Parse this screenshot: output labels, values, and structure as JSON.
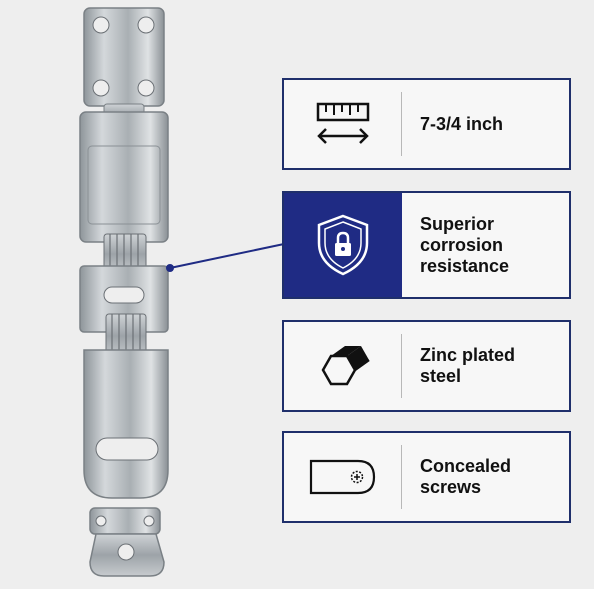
{
  "colors": {
    "background": "#eeeeee",
    "border": "#1f2f6b",
    "highlight": "#1f2b84",
    "text": "#111111",
    "steel": "#b9bec2"
  },
  "features": [
    {
      "id": "length",
      "icon": "ruler-icon",
      "lines": [
        "7-3/4 inch"
      ]
    },
    {
      "id": "corrosion",
      "icon": "shield-lock-icon",
      "lines": [
        "Superior",
        "corrosion",
        "resistance"
      ]
    },
    {
      "id": "material",
      "icon": "hex-bar-icon",
      "lines": [
        "Zinc plated",
        "steel"
      ]
    },
    {
      "id": "screws",
      "icon": "concealed-screw-icon",
      "lines": [
        "Concealed",
        "screws"
      ]
    }
  ]
}
